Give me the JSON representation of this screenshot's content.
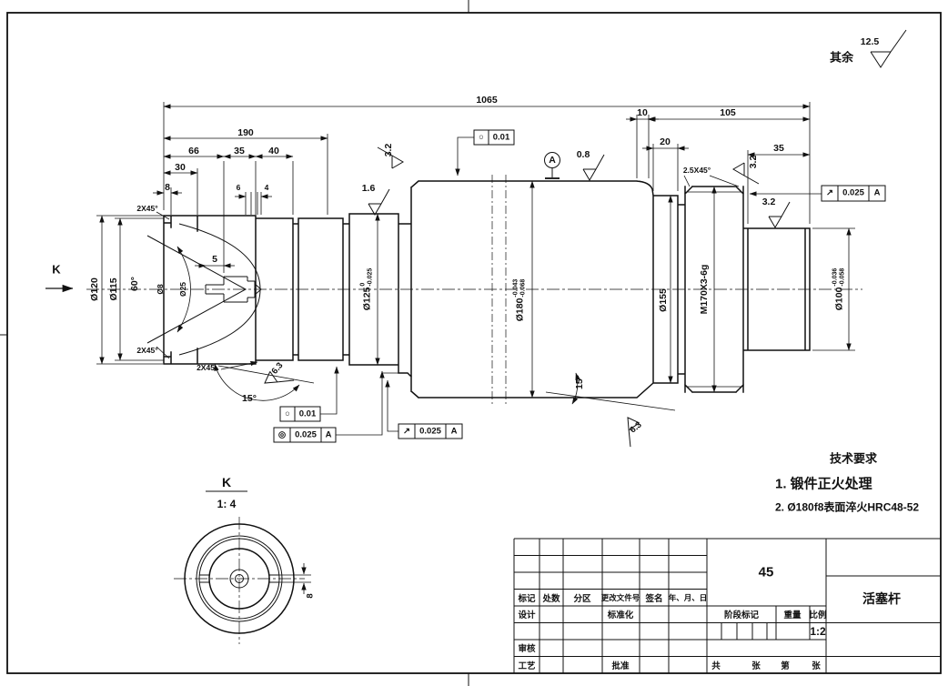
{
  "surface_note": {
    "prefix": "其余",
    "value": "12.5"
  },
  "dims": {
    "overall": "1065",
    "len190": "190",
    "len66": "66",
    "len35": "35",
    "len40": "40",
    "len30": "30",
    "len8": "8",
    "len6": "6",
    "len4": "4",
    "len5": "5",
    "len10": "10",
    "len105": "105",
    "len20": "20",
    "len35b": "35",
    "slot8": "8"
  },
  "diameters": {
    "d120": "Ø120",
    "d115": "Ø115",
    "d25": "Ø25",
    "d8": "Ø8",
    "d125": {
      "text": "Ø125",
      "upper": "0",
      "lower": "-0.025"
    },
    "d180": {
      "text": "Ø180",
      "upper": "-0.043",
      "lower": "-0.068"
    },
    "d155": "Ø155",
    "thread": "M170X3-6g",
    "d100": {
      "text": "Ø100",
      "upper": "-0.036",
      "lower": "-0.058"
    }
  },
  "angles": {
    "cone": "60°",
    "head_taper": "15°",
    "right_taper": "15°"
  },
  "chamfers": {
    "top": "2X45°",
    "bottom": "2X45°",
    "leader": "2X45",
    "thread": "2.5X45°"
  },
  "roughness": {
    "r32_step": "3.2",
    "r16": "1.6",
    "r08": "0.8",
    "r32_thread": "3.2",
    "r32_end": "3.2",
    "r63_head": "6.3",
    "r63_taper": "6.3"
  },
  "gdt": {
    "circ_top": {
      "sym": "○",
      "val": "0.01"
    },
    "circ_bottom": {
      "sym": "○",
      "val": "0.01"
    },
    "conc": {
      "sym": "◎",
      "val": "0.025",
      "datum": "A"
    },
    "runout_bottom": {
      "sym": "↗",
      "val": "0.025",
      "datum": "A"
    },
    "runout_right": {
      "sym": "↗",
      "val": "0.025",
      "datum": "A"
    },
    "datum": "A"
  },
  "views": {
    "k_arrow": "K",
    "k_title": "K",
    "k_scale": "1: 4"
  },
  "tech": {
    "title": "技术要求",
    "item1": "1. 锻件正火处理",
    "item2": "2. Ø180f8表面淬火HRC48-52"
  },
  "tb": {
    "material": "45",
    "part": "活塞杆",
    "mark": "标记",
    "count": "处数",
    "zone": "分区",
    "doc": "更改文件号",
    "sign": "签名",
    "date": "年、月、日",
    "design": "设计",
    "std": "标准化",
    "check": "审核",
    "process": "工艺",
    "approve": "批准",
    "stage": "阶段标记",
    "weight": "重量",
    "scale_l": "比例",
    "scale_v": "1:2",
    "total": "共",
    "sheet1": "张",
    "page": "第",
    "sheet2": "张"
  }
}
